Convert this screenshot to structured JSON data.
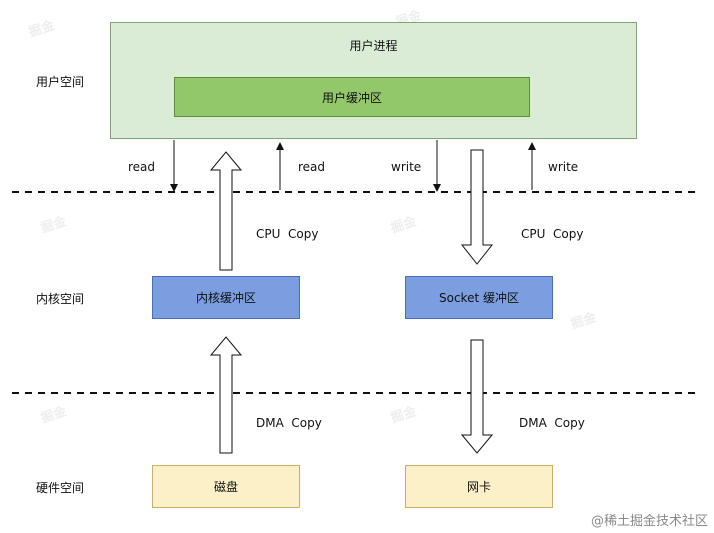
{
  "zones": {
    "user_space": "用户空间",
    "kernel_space": "内核空间",
    "hardware_space": "硬件空间"
  },
  "boxes": {
    "user_process": "用户进程",
    "user_buffer": "用户缓冲区",
    "kernel_buffer": "内核缓冲区",
    "socket_buffer": "Socket 缓冲区",
    "disk": "磁盘",
    "nic": "网卡"
  },
  "labels": {
    "read_left": "read",
    "read_right": "read",
    "write_left": "write",
    "write_right": "write",
    "cpu_copy_left": "CPU  Copy",
    "cpu_copy_right": "CPU  Copy",
    "dma_copy_left": "DMA  Copy",
    "dma_copy_right": "DMA  Copy"
  },
  "watermark": "@稀土掘金技术社区",
  "colors": {
    "user_process": "#dbecd6",
    "user_buffer": "#93c86a",
    "kernel": "#7b9ee0",
    "hardware": "#fbf0c8"
  }
}
